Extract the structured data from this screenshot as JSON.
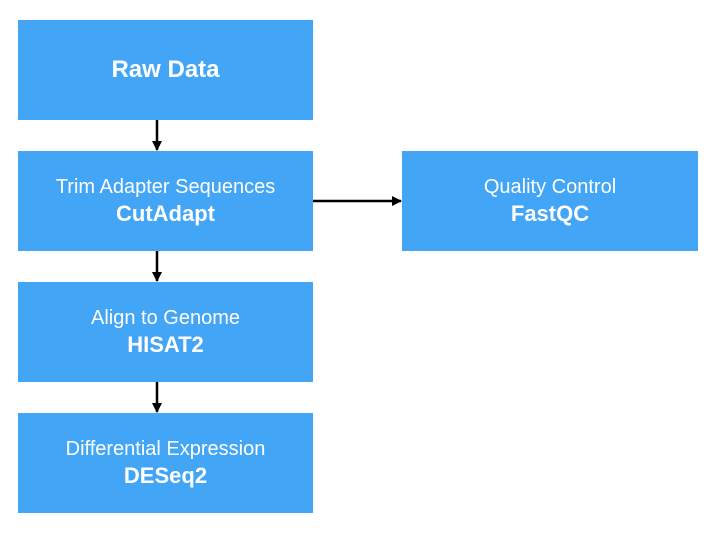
{
  "colors": {
    "node_fill": "#42a5f5",
    "node_text": "#ffffff",
    "arrow": "#000000"
  },
  "nodes": {
    "raw_data": {
      "title": "Raw Data"
    },
    "trim": {
      "title": "Trim Adapter Sequences",
      "tool": "CutAdapt"
    },
    "quality": {
      "title": "Quality Control",
      "tool": "FastQC"
    },
    "align": {
      "title": "Align to Genome",
      "tool": "HISAT2"
    },
    "diffexp": {
      "title": "Differential Expression",
      "tool": "DESeq2"
    }
  }
}
